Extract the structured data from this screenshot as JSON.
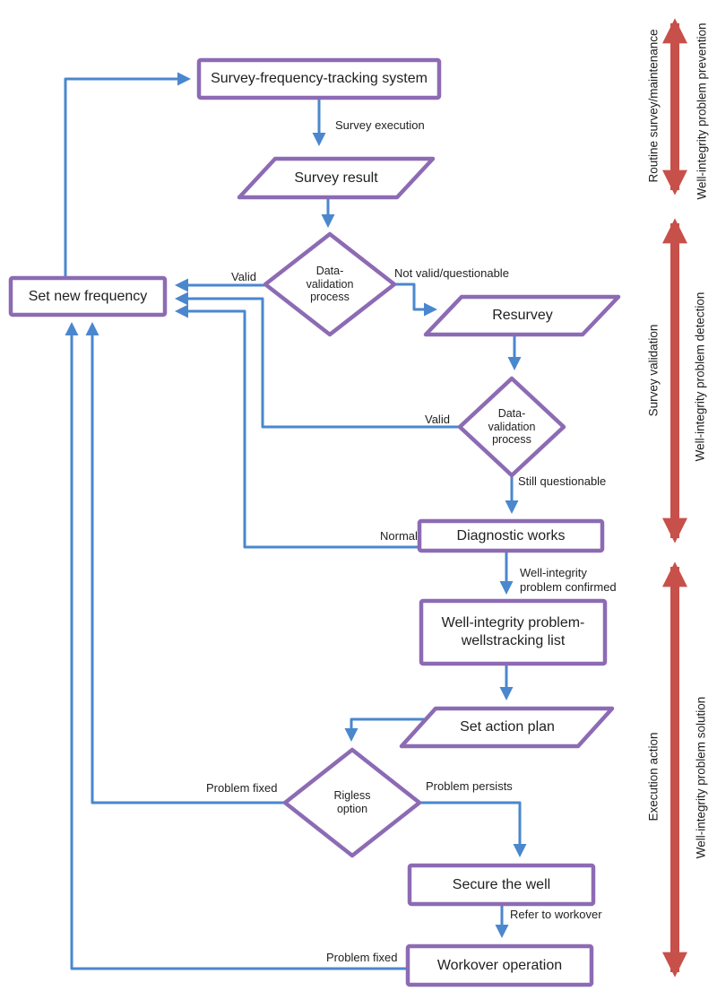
{
  "nodes": {
    "survey_tracking": {
      "label": "Survey-frequency-tracking system",
      "type": "process"
    },
    "survey_result": {
      "label": "Survey result",
      "type": "data"
    },
    "data_validation_1": {
      "label": "Data-\nvalidation\nprocess",
      "type": "decision"
    },
    "set_new_frequency": {
      "label": "Set new frequency",
      "type": "process"
    },
    "resurvey": {
      "label": "Resurvey",
      "type": "data"
    },
    "data_validation_2": {
      "label": "Data-\nvalidation\nprocess",
      "type": "decision"
    },
    "diagnostic_works": {
      "label": "Diagnostic works",
      "type": "process"
    },
    "tracking_list": {
      "label": "Well-integrity problem-\nwellstracking list",
      "type": "process"
    },
    "set_action_plan": {
      "label": "Set action plan",
      "type": "data"
    },
    "rigless_option": {
      "label": "Rigless\noption",
      "type": "decision"
    },
    "secure_the_well": {
      "label": "Secure the well",
      "type": "process"
    },
    "workover_operation": {
      "label": "Workover operation",
      "type": "process"
    }
  },
  "edge_labels": {
    "survey_execution": "Survey execution",
    "valid_1": "Valid",
    "not_valid_questionable": "Not valid/questionable",
    "valid_2": "Valid",
    "still_questionable": "Still questionable",
    "normal": "Normal",
    "problem_confirmed": "Well-integrity\nproblem confirmed",
    "problem_fixed_rigless": "Problem fixed",
    "problem_persists": "Problem persists",
    "refer_to_workover": "Refer to workover",
    "problem_fixed_workover": "Problem fixed"
  },
  "rail": {
    "sections": [
      {
        "inner": "Routine survey/maintenance",
        "outer": "Well-integrity problem prevention"
      },
      {
        "inner": "Survey validation",
        "outer": "Well-integrity problem detection"
      },
      {
        "inner": "Execution action",
        "outer": "Well-integrity problem solution"
      }
    ]
  },
  "colors": {
    "shape_border": "#8c6bb4",
    "shape_fill": "#ffffff",
    "connector": "#4a87ce",
    "rail_arrow": "#c8504a",
    "text": "#1f1f1f"
  }
}
